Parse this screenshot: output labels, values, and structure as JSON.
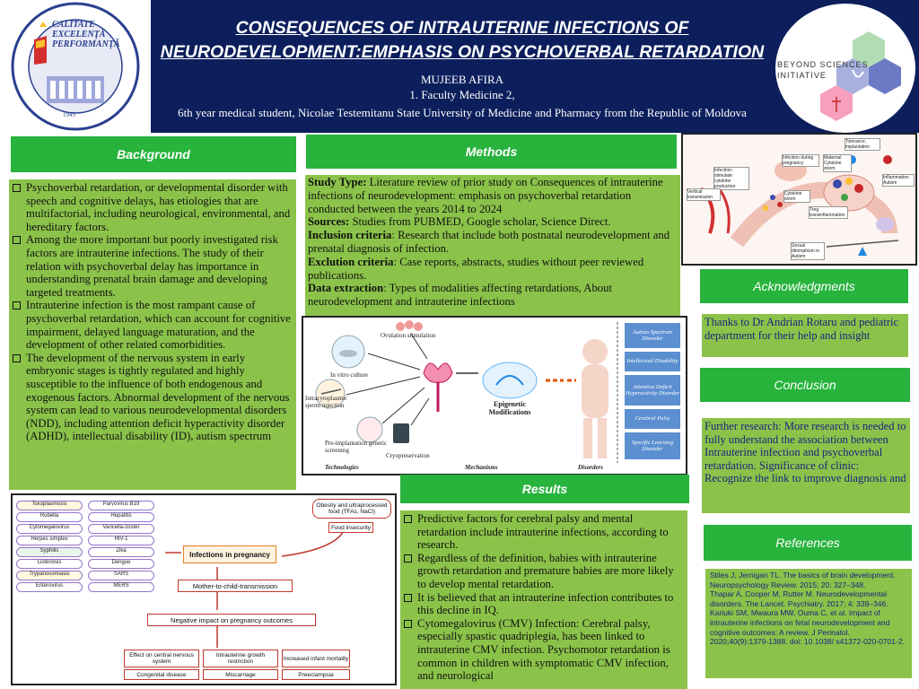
{
  "header": {
    "title_line1": "CONSEQUENCES OF INTRAUTERINE INFECTIONS OF",
    "title_line2": "NEURODEVELOPMENT:EMPHASIS ON PSYCHOVERBAL RETARDATION",
    "author": "MUJEEB AFIRA",
    "affiliation1": "1.  Faculty Medicine 2,",
    "affiliation2": "6th year medical student, Nicolae Testemitanu State University of Medicine and Pharmacy from the Republic of Moldova"
  },
  "logo_left": {
    "ring_text": "UNIVERSITATEA DE STAT DE MEDICINĂ ŞI FARMACIE · NICOLAE TESTEMIŢANU · DIN REPUBLICA MOLDOVA",
    "motto1": "CALITATE",
    "motto2": "EXCELENŢĂ",
    "motto3": "PERFORMANŢĂ",
    "year": "1945"
  },
  "logo_right": {
    "line1": "BEYOND SCIENCES",
    "line2": "INITIATIVE"
  },
  "background": {
    "heading": "Background",
    "bullets": [
      "Psychoverbal retardation, or developmental disorder with speech and cognitive delays, has etiologies that are multifactorial, including neurological, environmental, and hereditary factors.",
      "Among the more important but poorly investigated risk factors are intrauterine infections. The study of their relation with psychoverbal delay has importance in understanding prenatal brain damage and developing targeted treatments.",
      "Intrauterine infection is the most rampant cause of psychoverbal retardation, which can account for cognitive impairment, delayed language maturation, and the development of other related comorbidities.",
      "The development of the nervous system in early embryonic stages is tightly regulated and highly susceptible to the influence of both endogenous and exogenous factors. Abnormal development of the nervous system can lead to various neurodevelopmental disorders (NDD), including attention deficit hyperactivity disorder (ADHD), intellectual disability (ID), autism spectrum"
    ]
  },
  "methods": {
    "heading": "Methods",
    "items": [
      {
        "label": "Study Type:",
        "text": " Literature review of prior study on Consequences of intrauterine infections of neurodevelopment: emphasis on psychoverbal retardation conducted between the years 2014 to 2024"
      },
      {
        "label": "Sources:",
        "text": " Studies from PUBMED, Google scholar, Science Direct."
      },
      {
        "label": "Inclusion criteria",
        "text": ": Research that include both postnatal neurodevelopment and prenatal diagnosis of infection."
      },
      {
        "label": "Exclution criteria",
        "text": ": Case reports, abstracts, studies without peer reviewed publications."
      },
      {
        "label": "Data extraction",
        "text": ": Types of modalities affecting retardations, About neurodevelopment and intrauterine infections"
      }
    ]
  },
  "results": {
    "heading": "Results",
    "bullets": [
      "Predictive factors for cerebral palsy and mental retardation include intrauterine infections, according to research.",
      "Regardless of the definition, babies with intrauterine growth retardation and premature babies are more likely to develop mental retardation.",
      "It is believed that an intrauterine infection contributes to this decline in IQ.",
      "Cytomegalovirus (CMV) Infection: Cerebral palsy, especially spastic quadriplegia, has been linked to intrauterine CMV infection. Psychomotor retardation is common in children with symptomatic CMV infection, and neurological"
    ]
  },
  "acknowledgments": {
    "heading": "Acknowledgments",
    "text": "Thanks to Dr Andrian Rotaru and pediatric department for their help and insight"
  },
  "conclusion": {
    "heading": "Conclusion",
    "text": "Further research: More research is needed to fully understand the association between Intrauterine infection and psychoverbal retardation. Significance of clinic: Recognize the link to improve diagnosis and"
  },
  "references": {
    "heading": "References",
    "items": [
      "Stiles J, Jernigan TL. The basics of brain development. Neuropsychology Review. 2015; 20: 327–348.",
      "Thapar A, Cooper M, Rutter M. Neurodevelopmental disorders. The Lancet. Psychiatry. 2017; 4: 339–346.",
      "Kariuki SM, Mwaura MW, Ouma C, et al. Impact of intrauterine infections on fetal neurodevelopment and cognitive outcomes: A review. J Perinatol. 2020;40(9):1379-1388. doi: 10.1038/ s41372-020-0701-2."
    ]
  },
  "figure_top_right": {
    "labels": [
      "Tolerance, implantation",
      "Infection during pregnancy",
      "Maternal Cytokine storm",
      "Infection-stimulate cytokine production",
      "Vertical transmission",
      "Cytokine storm",
      "Treg transinflammation",
      "Inflammation Autism",
      "Sexual dimorphism in Autism"
    ]
  },
  "figure_middle": {
    "labels": [
      "Ovulation stimulation",
      "In vitro culture",
      "Intracytoplasmic sperm injection",
      "Epigenetic Modifications",
      "Pre-implantation genetic screening",
      "Cryopreservation"
    ],
    "disorders": [
      "Autism Spectrum Disorder",
      "Intellectual Disability",
      "Attention Deficit Hyperactivity Disorder",
      "Cerebral Palsy",
      "Specific Learning Disorder"
    ],
    "footer": [
      "Technologies",
      "Mechanisms",
      "Disorders"
    ]
  },
  "figure_bottom_left": {
    "pathogens_col1": [
      "Toxoplasmosis",
      "Rubella",
      "Cytomegalovirus",
      "Herpes simplex",
      "Syphilis",
      "Listeriosis",
      "Trypanosomiasis",
      "Enterovirus"
    ],
    "pathogens_col2": [
      "Parvovirus B19",
      "Hepatitis",
      "Varicella-zoster",
      "HIV-1",
      "Zika",
      "Dengue",
      "SARS",
      "MERS"
    ],
    "obesity": "Obesity and ultraprocessed food (TFAs, NaCl)",
    "food": "Food insecurity",
    "infections": "Infections in pregnancy",
    "transmission": "Mother-to-child-transmission",
    "negative": "Negative impact on pregnancy outcomes",
    "outcomes": [
      "Effect on central nervous system",
      "Intrauterine growth restriction",
      "Increased infant mortality"
    ],
    "outcomes2": [
      "Congenital disease",
      "Miscarriage",
      "Preeclampsia"
    ]
  },
  "colors": {
    "header_bg": "#0c1f5c",
    "section_green": "#27b33c",
    "panel_green": "#8bc34a",
    "text_blue": "#1a237e"
  }
}
